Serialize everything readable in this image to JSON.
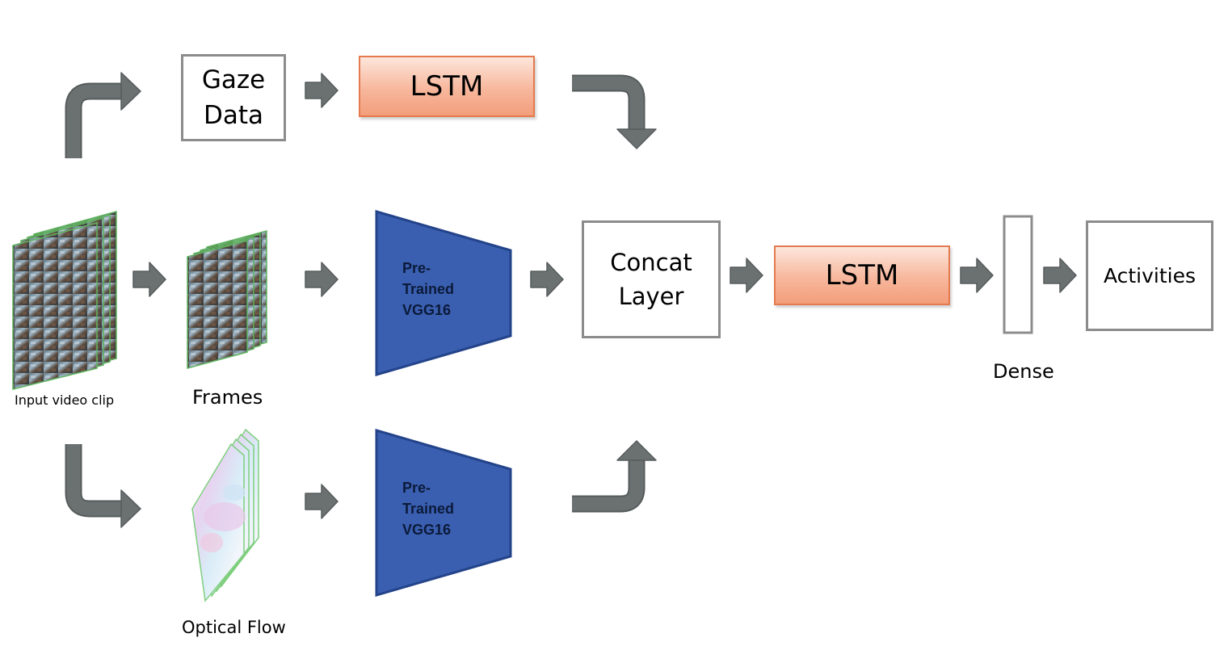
{
  "gaze_box": {
    "line1": "Gaze",
    "line2": "Data"
  },
  "lstm_top": {
    "label": "LSTM"
  },
  "lstm_main": {
    "label": "LSTM"
  },
  "concat_box": {
    "line1": "Concat",
    "line2": "Layer"
  },
  "activities_box": {
    "label": "Activities"
  },
  "dense": {
    "label": "Dense"
  },
  "vgg_top": {
    "line1": "Pre-",
    "line2": "Trained",
    "line3": "VGG16"
  },
  "vgg_bottom": {
    "line1": "Pre-",
    "line2": "Trained",
    "line3": "VGG16"
  },
  "input_clip": {
    "label": "Input video clip"
  },
  "frames": {
    "label": "Frames"
  },
  "optical_flow": {
    "label": "Optical Flow"
  },
  "colors": {
    "arrow_fill": "#6b7070",
    "arrow_stroke": "#565b5b",
    "box_border": "#8c8c8c",
    "lstm_fill": "#f7b79c",
    "lstm_border": "#e47a4f",
    "vgg_fill": "#3a5fb0",
    "vgg_border": "#23438a"
  }
}
